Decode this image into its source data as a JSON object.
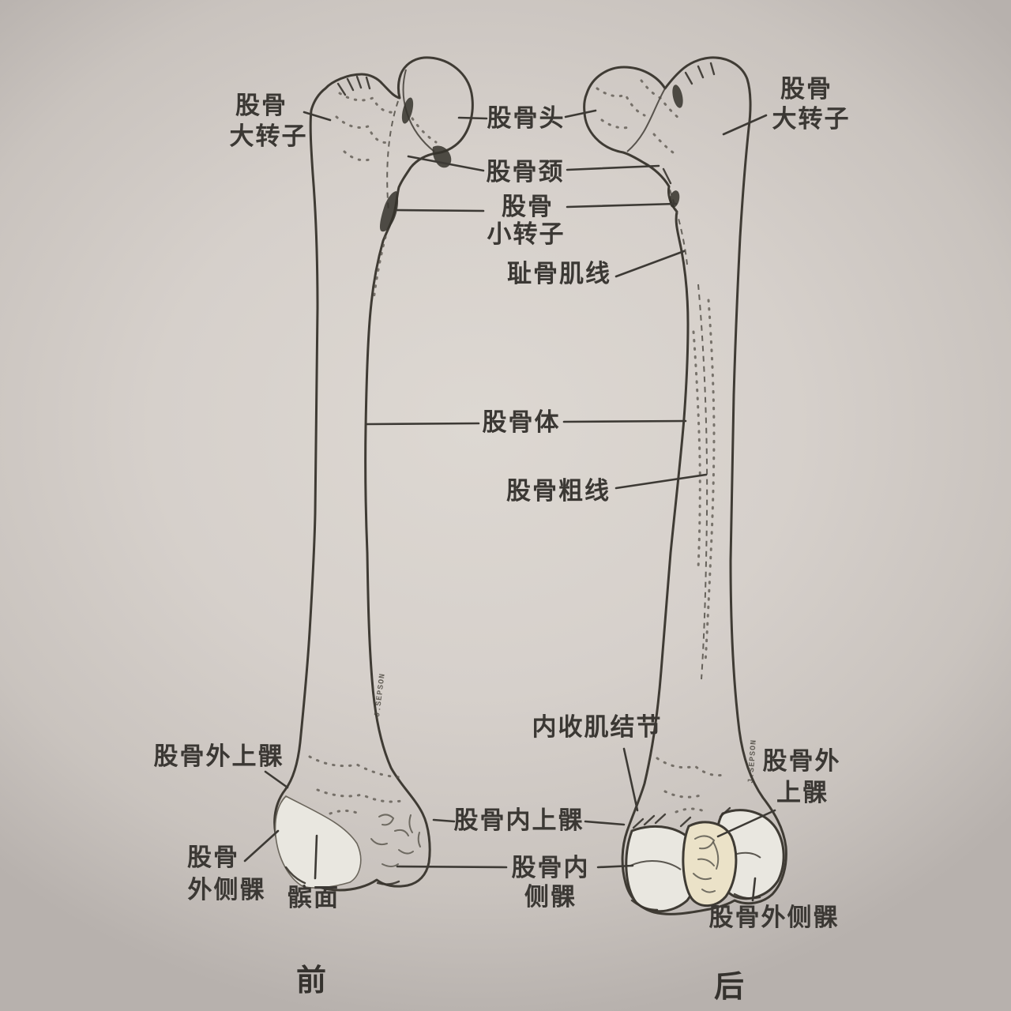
{
  "palette": {
    "background": "#d6d0cb",
    "bone": "#ebe2c8",
    "bone_light": "#f0e9d6",
    "articular_white": "#e9e7e0",
    "outline": "#3f3b34",
    "label_text": "#3b3834"
  },
  "figure": {
    "caption_anterior": "前",
    "caption_posterior": "后",
    "signature": "J.SEPSON"
  },
  "labels": {
    "greater_trochanter_ant_l1": "股骨",
    "greater_trochanter_ant_l2": "大转子",
    "femoral_head": "股骨头",
    "femoral_neck": "股骨颈",
    "lesser_trochanter_l1": "股骨",
    "lesser_trochanter_l2": "小转子",
    "pectineal_line": "耻骨肌线",
    "femoral_shaft": "股骨体",
    "linea_aspera": "股骨粗线",
    "adductor_tubercle": "内收肌结节",
    "lateral_epicondyle_ant": "股骨外上髁",
    "lateral_condyle_ant_l1": "股骨",
    "lateral_condyle_ant_l2": "外侧髁",
    "patellar_surface": "髌面",
    "medial_epicondyle": "股骨内上髁",
    "medial_condyle_l1": "股骨内",
    "medial_condyle_l2": "侧髁",
    "greater_trochanter_post_l1": "股骨",
    "greater_trochanter_post_l2": "大转子",
    "lateral_epicondyle_post_l1": "股骨外",
    "lateral_epicondyle_post_l2": "上髁",
    "lateral_condyle_post": "股骨外侧髁"
  }
}
